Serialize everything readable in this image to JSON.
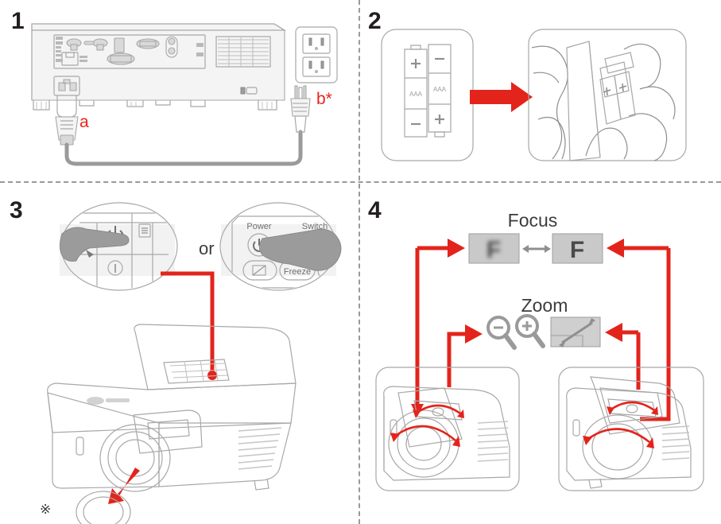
{
  "document": {
    "kind": "projector-quick-setup-guide",
    "step_count": 4,
    "accent_red": "#e3241c",
    "line_grey": "#a8a8a8",
    "text_dark": "#2e2e2e"
  },
  "steps": [
    {
      "number": "1",
      "name": "connect-power-cord",
      "labels": {
        "cord_end_projector": "a",
        "cord_end_outlet": "b*"
      },
      "elements": {
        "device": "projector-rear-io-panel",
        "outlet": "wall-outlet-duplex",
        "socket_count": 2,
        "power_inlet": "iec-c14-inlet",
        "security_slot": "kensington-lock-slot",
        "vent": "exhaust-vent-grille"
      }
    },
    {
      "number": "2",
      "name": "insert-remote-batteries",
      "elements": {
        "battery_type": "AAA",
        "battery_count": 2,
        "batteries": [
          {
            "top_terminal": "+",
            "bottom_terminal": "−",
            "label": "AAA"
          },
          {
            "top_terminal": "−",
            "bottom_terminal": "+",
            "label": "AAA"
          }
        ],
        "arrow": "red-right-arrow",
        "target": "hand-holding-remote-inserting-batteries"
      }
    },
    {
      "number": "3",
      "name": "power-on-and-remove-lens-cap",
      "conjunction": "or",
      "reference_mark": "※",
      "keypad": {
        "name": "projector-top-keypad",
        "buttons": [
          "power-icon",
          "menu-icon",
          "info-icon"
        ]
      },
      "remote": {
        "name": "remote-control-top-buttons",
        "labels": [
          "Power",
          "Switch",
          "Freeze"
        ],
        "icon_buttons": [
          "power-icon",
          "blank-screen-icon",
          "switch-icon"
        ]
      },
      "elements": {
        "device": "projector-three-quarter-view",
        "lens_cap": "lens-cap-removal",
        "pointer": "red-callout-line-to-keypad",
        "hand": "pointing-hand-cursor"
      }
    },
    {
      "number": "4",
      "name": "adjust-focus-and-zoom",
      "headings": {
        "focus": "Focus",
        "zoom": "Zoom"
      },
      "focus": {
        "blurred_glyph": "F",
        "sharp_glyph": "F",
        "link_arrow": "grey-double-arrow"
      },
      "zoom": {
        "out_icon": "magnifier-minus-icon",
        "out_glyph": "−",
        "in_icon": "magnifier-plus-icon",
        "in_glyph": "+",
        "screen_icon": "screen-resize-diagonal-arrow"
      },
      "views": [
        {
          "name": "projector-focus-ring-view",
          "ring": "focus-ring-rotate",
          "lever": "zoom-lever-rotate"
        },
        {
          "name": "projector-lens-top-view",
          "ring": "focus-ring-rotate",
          "lever": "zoom-lever-rotate"
        }
      ]
    }
  ]
}
